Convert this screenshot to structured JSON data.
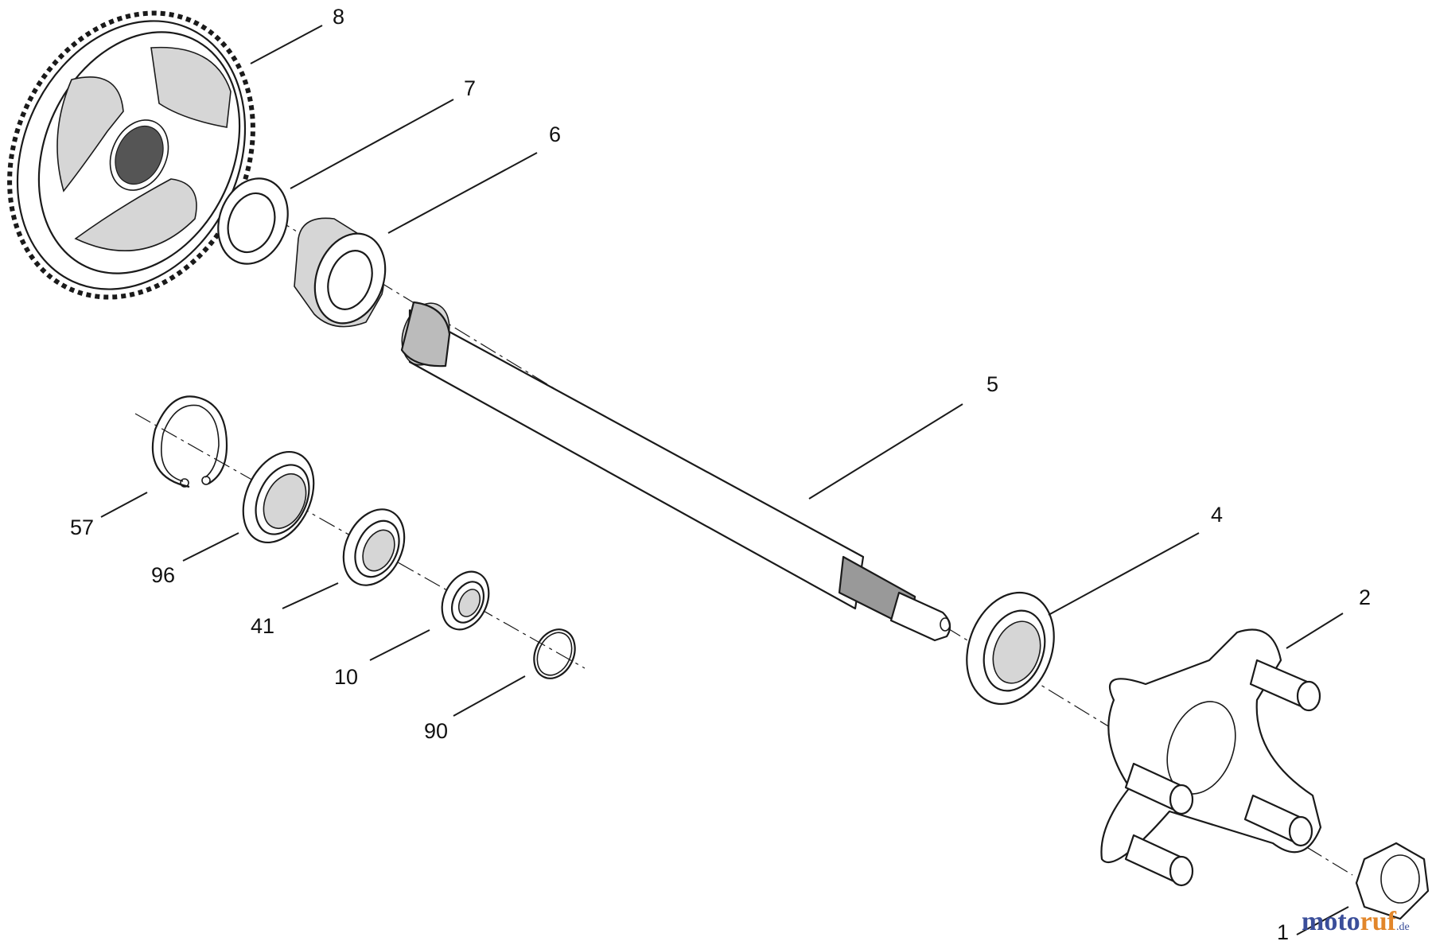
{
  "callouts": [
    {
      "id": "8",
      "label": "8"
    },
    {
      "id": "7",
      "label": "7"
    },
    {
      "id": "6",
      "label": "6"
    },
    {
      "id": "5",
      "label": "5"
    },
    {
      "id": "4",
      "label": "4"
    },
    {
      "id": "2",
      "label": "2"
    },
    {
      "id": "1",
      "label": "1"
    },
    {
      "id": "57",
      "label": "57"
    },
    {
      "id": "96",
      "label": "96"
    },
    {
      "id": "41",
      "label": "41"
    },
    {
      "id": "10",
      "label": "10"
    },
    {
      "id": "90",
      "label": "90"
    }
  ],
  "watermark": {
    "text_main": "moto",
    "text_accent": "ruf",
    "suffix": ".de"
  },
  "colors": {
    "line": "#1a1a1a",
    "background": "#ffffff",
    "watermark_blue": "#3a4e9a",
    "watermark_orange": "#e2862a"
  }
}
